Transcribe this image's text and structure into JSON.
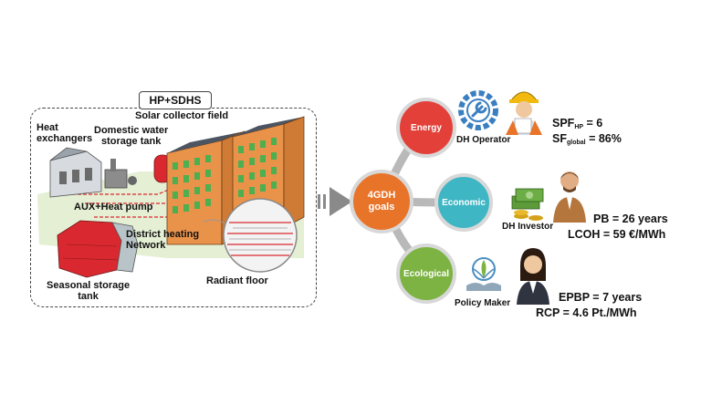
{
  "system": {
    "title": "HP+SDHS",
    "labels": {
      "solar_collector_field": "Solar collector field",
      "heat_exchangers": "Heat\nexchangers",
      "domestic_water_tank": "Domestic water\nstorage tank",
      "aux_heat_pump": "AUX+Heat pump",
      "district_heating": "District heating\nNetwork",
      "seasonal_storage": "Seasonal storage\ntank",
      "radiant_floor": "Radiant floor"
    }
  },
  "center": {
    "label": "4GDH\ngoals",
    "color": "#e8742a"
  },
  "goals": [
    {
      "label": "Energy",
      "color": "#e4403a",
      "role": "DH Operator",
      "kpis": [
        {
          "name": "SPF",
          "sub": "HP",
          "rest": " = 6"
        },
        {
          "name": "SF",
          "sub": "global",
          "rest": " = 86%"
        }
      ]
    },
    {
      "label": "Economic",
      "color": "#3fb6c4",
      "role": "DH Investor",
      "kpis": [
        {
          "name": "PB",
          "sub": "",
          "rest": " = 26 years"
        },
        {
          "name": "LCOH",
          "sub": "",
          "rest": " = 59 €/MWh"
        }
      ]
    },
    {
      "label": "Ecological",
      "color": "#7cb342",
      "role": "Policy Maker",
      "kpis": [
        {
          "name": "EPBP",
          "sub": "",
          "rest": " = 7 years"
        },
        {
          "name": "RCP",
          "sub": "",
          "rest": " = 4.6 Pt./MWh"
        }
      ]
    }
  ],
  "colors": {
    "building_wall": "#e9924a",
    "building_window": "#4caf50",
    "tank_red": "#d9282f",
    "ground": "#e4efd4",
    "arrow": "#8a8a8a"
  }
}
